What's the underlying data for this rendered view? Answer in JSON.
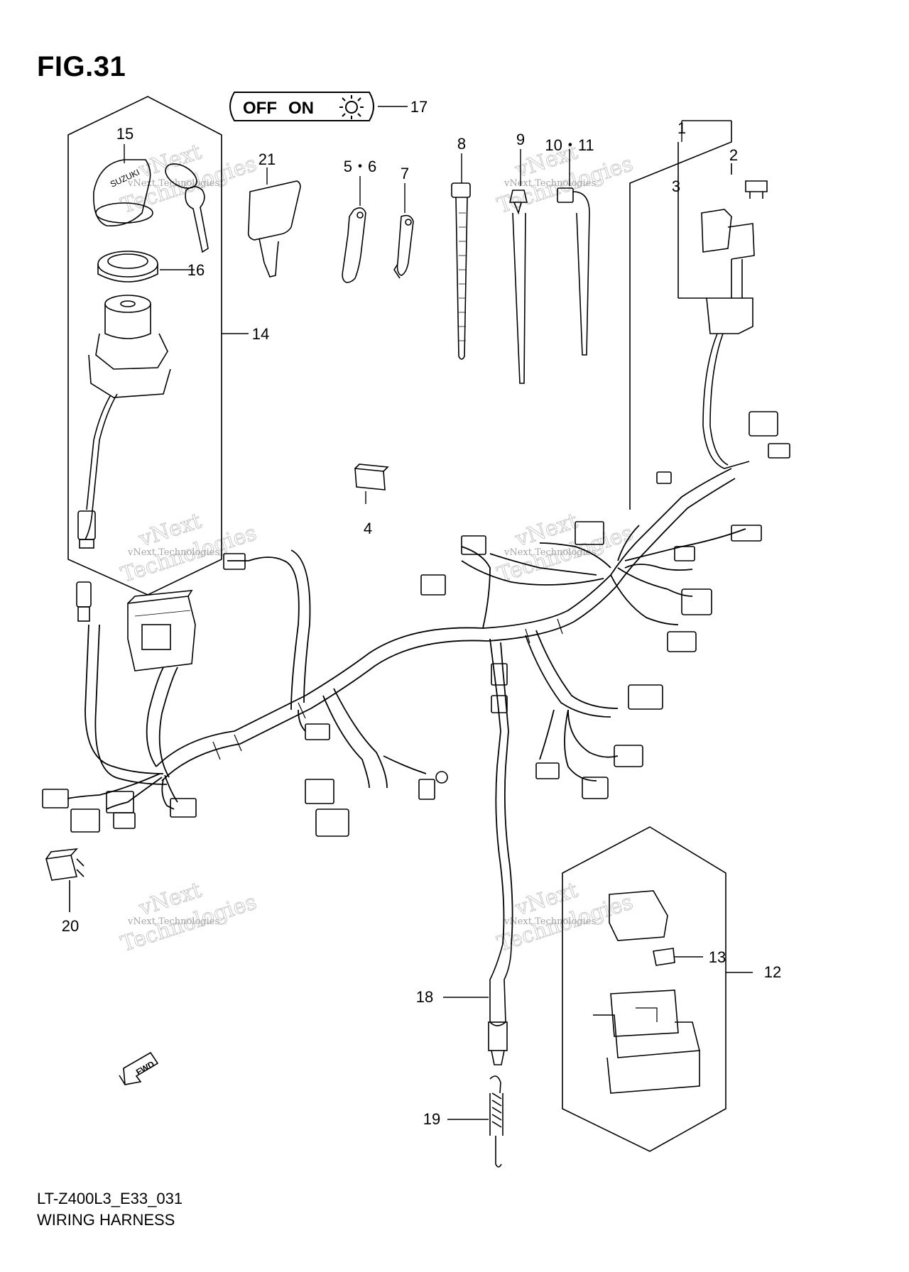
{
  "figure": {
    "title": "FIG.31",
    "diagram_code": "LT-Z400L3_E33_031",
    "diagram_name": "WIRING HARNESS"
  },
  "switch_label": {
    "off": "OFF",
    "on": "ON",
    "icon": "light-icon"
  },
  "callouts": {
    "c1": "1",
    "c2": "2",
    "c3": "3",
    "c4": "4",
    "c56": "5・6",
    "c7": "7",
    "c8": "8",
    "c9": "9",
    "c1011": "10・11",
    "c12": "12",
    "c13": "13",
    "c14": "14",
    "c15": "15",
    "c16": "16",
    "c17": "17",
    "c18": "18",
    "c19": "19",
    "c20": "20",
    "c21": "21"
  },
  "fwd_label": "FWD",
  "watermark": {
    "line1": "vNext",
    "line2": "Technologies",
    "small": "vNext Technologies"
  }
}
